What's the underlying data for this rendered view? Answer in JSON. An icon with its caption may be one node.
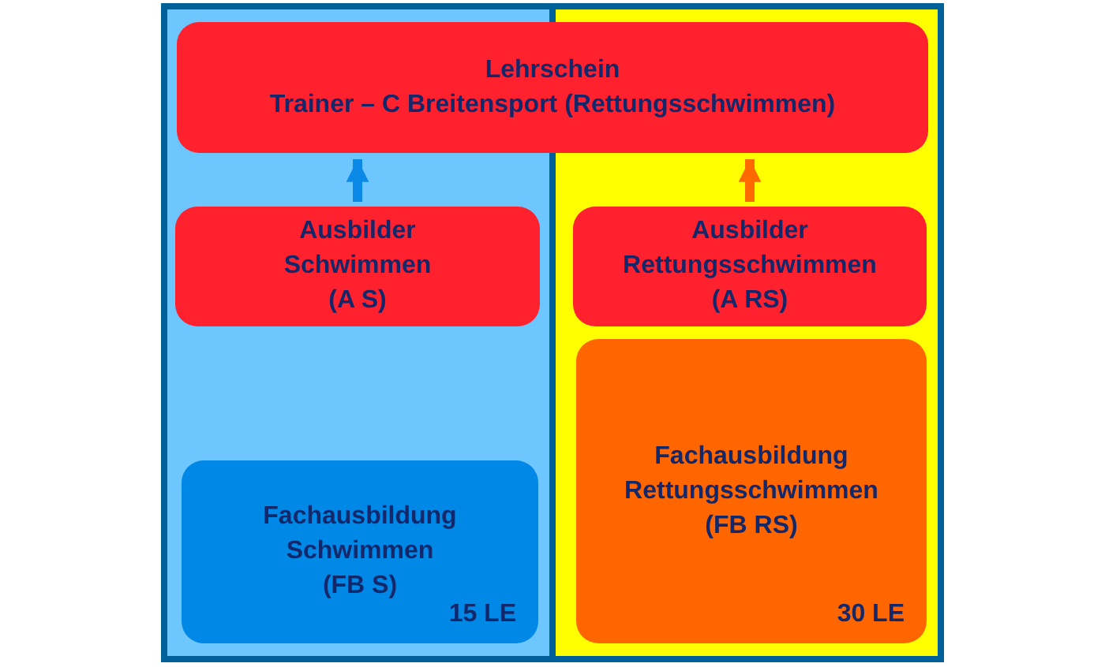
{
  "diagram": {
    "nodes": [
      {
        "text": [],
        "shape": "box"
      },
      {
        "text": [],
        "shape": "box"
      },
      {
        "text": [
          "Lehrschein",
          "Trainer – C Breitensport (Rettungsschwimmen)"
        ]
      },
      {
        "text": [
          "Ausbilder Schwimmen (A S)"
        ],
        "in": 0
      },
      {
        "text": [
          "Ausbilder Rettungsschwimmen (A RS)"
        ],
        "in": 1
      },
      {
        "text": [
          "Fachausbildung Schwimmen (FB S)",
          "15 LE"
        ],
        "in": 0
      },
      {
        "text": [
          "Fachausbildung Rettungsschwimmen (FB RS)",
          "30 LE"
        ],
        "in": 1
      }
    ],
    "edges": [
      {
        "from": 3,
        "to": 2,
        "arrow": "to",
        "color": "#0a8ae6"
      },
      {
        "from": 4,
        "to": 2,
        "arrow": "to",
        "color": "#ff6a00"
      }
    ]
  }
}
